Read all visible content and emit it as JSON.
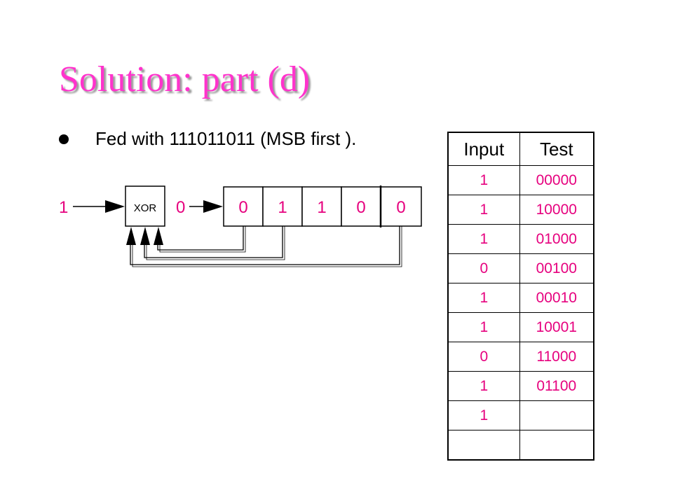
{
  "slide": {
    "title": "Solution: part (d)",
    "bullet": "Fed with 111011011 (MSB first )."
  },
  "diagram": {
    "input_bit": "1",
    "xor_label": "XOR",
    "xor_output": "0",
    "register_cells": [
      "0",
      "1",
      "1",
      "0",
      "0"
    ],
    "colors": {
      "bits": "#e6007e",
      "lines": "#000000"
    }
  },
  "table": {
    "headers": [
      "Input",
      "Test"
    ],
    "rows": [
      [
        "1",
        "00000"
      ],
      [
        "1",
        "10000"
      ],
      [
        "1",
        "01000"
      ],
      [
        "0",
        "00100"
      ],
      [
        "1",
        "00010"
      ],
      [
        "1",
        "10001"
      ],
      [
        "0",
        "11000"
      ],
      [
        "1",
        "01100"
      ],
      [
        "1",
        ""
      ],
      [
        "",
        ""
      ]
    ]
  },
  "colors": {
    "title": "#ff33cc",
    "table_values": "#e6007e"
  }
}
